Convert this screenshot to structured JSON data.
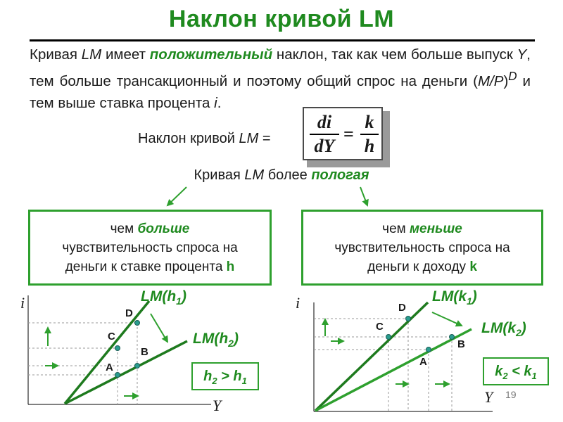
{
  "title": "Наклон кривой LM",
  "paragraph": {
    "t1": "Кривая ",
    "lm": "LM",
    "t2": " имеет ",
    "positive": "положительный",
    "t3": " наклон, так как чем больше выпуск ",
    "y": "Y",
    "t4": ", тем больше трансакционный и поэтому общий спрос на деньги (",
    "mp": "M/P",
    "t5": ")",
    "d": "D",
    "t6": " и тем выше ставка процента ",
    "i": "i",
    "t7": "."
  },
  "slope": {
    "label_prefix": "Наклон кривой ",
    "label_lm": "LM",
    "label_eq": " =",
    "frac1_num": "di",
    "frac1_den": "dY",
    "equals": "=",
    "frac2_num": "k",
    "frac2_den": "h"
  },
  "flatter": {
    "t1": "Кривая ",
    "lm": "LM",
    "t2": " более ",
    "em": "пологая"
  },
  "box_left": {
    "t1": "чем ",
    "em": "больше",
    "line2": "чувствительность спроса на",
    "line3": "деньги к ставке процента ",
    "var": "h"
  },
  "box_right": {
    "t1": "чем ",
    "em": "меньше",
    "line2": "чувствительность спроса на",
    "line3": "деньги к доходу ",
    "var": "k"
  },
  "left_graph": {
    "axis_i": "i",
    "axis_y": "Y",
    "lm1": "LM(h",
    "lm1_sub": "1",
    "lm1_close": ")",
    "lm2": "LM(h",
    "lm2_sub": "2",
    "lm2_close": ")",
    "points": [
      "A",
      "B",
      "C",
      "D"
    ],
    "ineq_a": "h",
    "ineq_a_sub": "2",
    "ineq_op": " > ",
    "ineq_b": "h",
    "ineq_b_sub": "1"
  },
  "right_graph": {
    "axis_i": "i",
    "axis_y": "Y",
    "lm1": "LM(k",
    "lm1_sub": "1",
    "lm1_close": ")",
    "lm2": "LM(k",
    "lm2_sub": "2",
    "lm2_close": ")",
    "points": [
      "A",
      "B",
      "C",
      "D"
    ],
    "ineq_a": "k",
    "ineq_a_sub": "2",
    "ineq_op": " < ",
    "ineq_b": "k",
    "ineq_b_sub": "1"
  },
  "page_number": "19",
  "colors": {
    "green": "#1f8a1f",
    "box_border": "#2ea02e",
    "point_fill": "#2a9d8f"
  }
}
